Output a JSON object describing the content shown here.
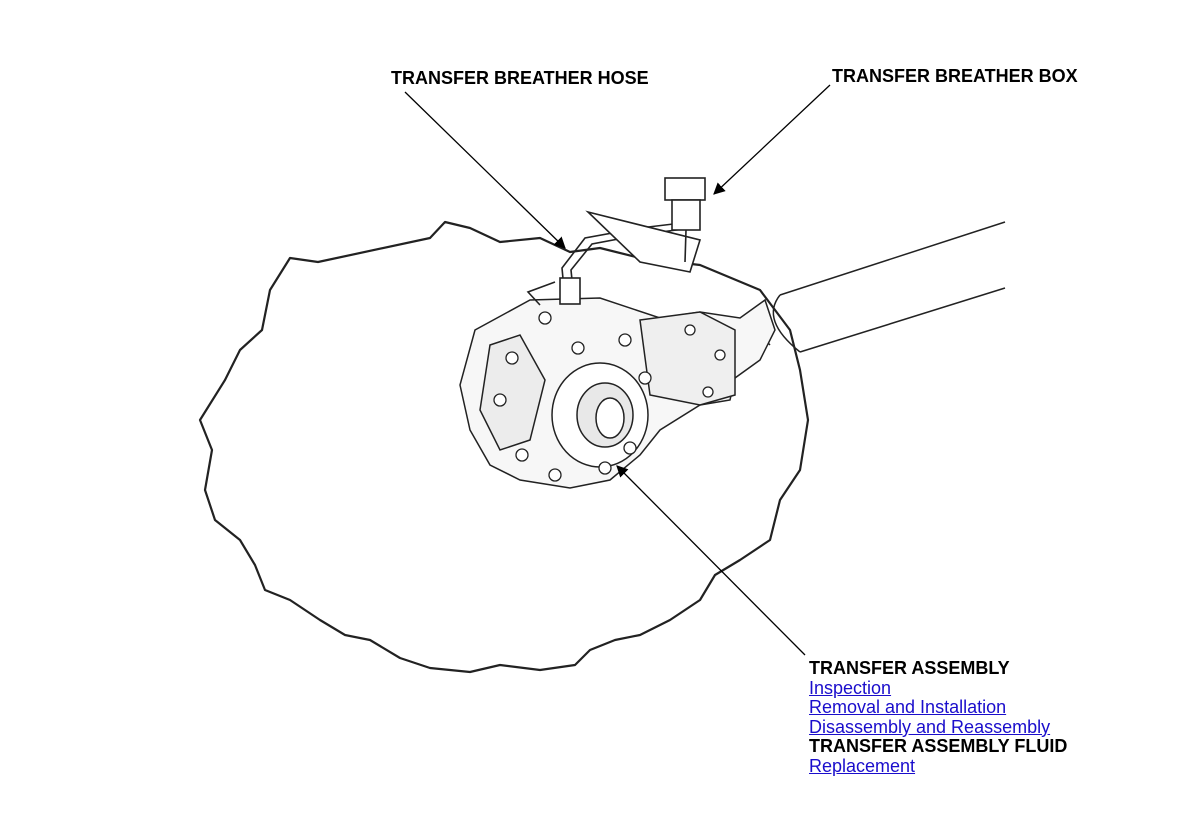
{
  "callouts": {
    "breather_hose": "TRANSFER BREATHER HOSE",
    "breather_box": "TRANSFER BREATHER BOX"
  },
  "transfer_assembly": {
    "heading": "TRANSFER ASSEMBLY",
    "links": [
      "Inspection",
      "Removal and Installation",
      "Disassembly and Reassembly"
    ]
  },
  "transfer_fluid": {
    "heading": "TRANSFER ASSEMBLY FLUID",
    "links": [
      "Replacement"
    ]
  },
  "colors": {
    "line": "#222222",
    "link": "#1a0dcc"
  }
}
